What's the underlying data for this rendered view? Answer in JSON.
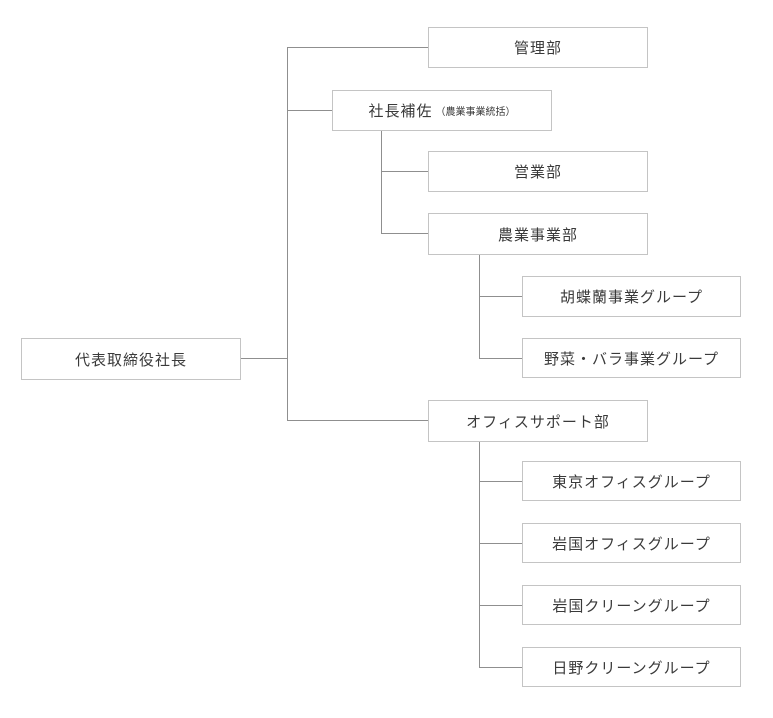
{
  "org_chart": {
    "root": {
      "label": "代表取締役社長"
    },
    "departments": {
      "management": {
        "label": "管理部"
      },
      "assistant": {
        "label": "社長補佐",
        "note": "（農業事業統括）"
      },
      "sales": {
        "label": "営業部"
      },
      "agriculture": {
        "label": "農業事業部",
        "groups": [
          {
            "label": "胡蝶蘭事業グループ"
          },
          {
            "label": "野菜・バラ事業グループ"
          }
        ]
      },
      "office_support": {
        "label": "オフィスサポート部",
        "groups": [
          {
            "label": "東京オフィスグループ"
          },
          {
            "label": "岩国オフィスグループ"
          },
          {
            "label": "岩国クリーングループ"
          },
          {
            "label": "日野クリーングループ"
          }
        ]
      }
    }
  }
}
